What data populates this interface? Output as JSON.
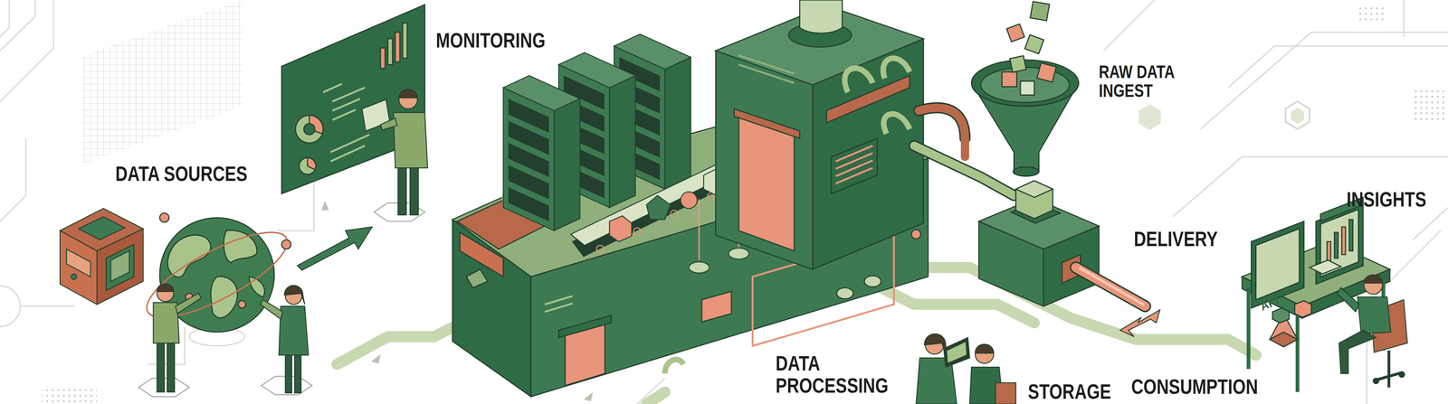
{
  "diagram": {
    "labels": [
      "MONITORING",
      "RAW DATA INGEST",
      "DATA SOURCES",
      "INSIGHTS",
      "DELIVERY",
      "API",
      "DATA PROCESSING",
      "CONSUMPTION",
      "STORAGE"
    ]
  }
}
